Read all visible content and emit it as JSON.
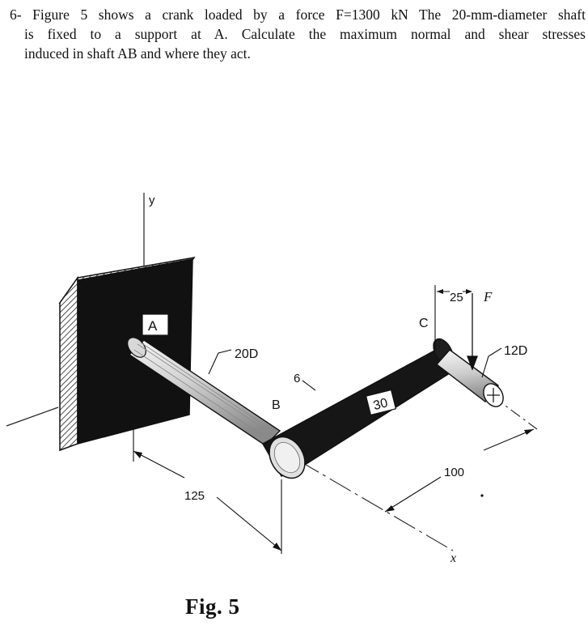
{
  "problem": {
    "lines": [
      "6- Figure 5 shows a crank loaded by a force F=1300 kN The 20-mm-diameter shaft",
      "is fixed to a support at A. Calculate the maximum normal and shear stresses",
      "induced in shaft AB and where they act."
    ]
  },
  "figure": {
    "labels": {
      "y_axis": "y",
      "x_axis": "x",
      "point_a": "A",
      "point_b": "B",
      "point_c": "C",
      "force": "F",
      "dim_shaft_ab_diameter": "20D",
      "dim_pin_diameter": "12D",
      "dim_crank_offset": "25",
      "dim_crank_thickness": "6",
      "dim_crank_width": "30",
      "dim_ab_length": "125",
      "dim_crank_length": "100"
    },
    "caption": "Fig. 5"
  }
}
